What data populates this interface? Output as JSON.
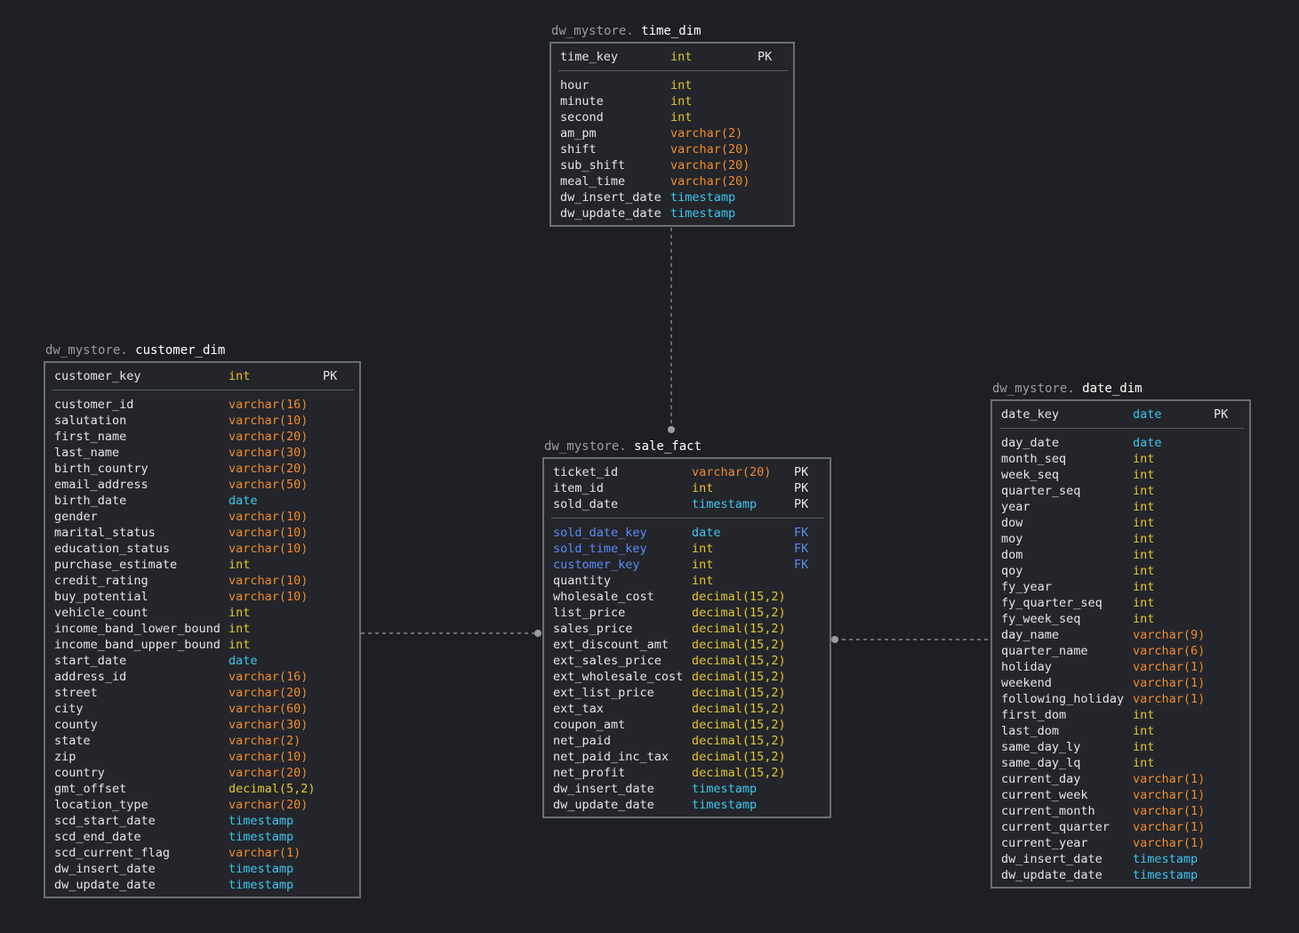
{
  "entities": {
    "time_dim": {
      "schema": "dw_mystore.",
      "name": "time_dim",
      "pk_rows": [
        {
          "name": "time_key",
          "type": "int",
          "type_class": "int",
          "key": "PK"
        }
      ],
      "rows": [
        {
          "name": "hour",
          "type": "int",
          "type_class": "int",
          "key": ""
        },
        {
          "name": "minute",
          "type": "int",
          "type_class": "int",
          "key": ""
        },
        {
          "name": "second",
          "type": "int",
          "type_class": "int",
          "key": ""
        },
        {
          "name": "am_pm",
          "type": "varchar(2)",
          "type_class": "varchar",
          "key": ""
        },
        {
          "name": "shift",
          "type": "varchar(20)",
          "type_class": "varchar",
          "key": ""
        },
        {
          "name": "sub_shift",
          "type": "varchar(20)",
          "type_class": "varchar",
          "key": ""
        },
        {
          "name": "meal_time",
          "type": "varchar(20)",
          "type_class": "varchar",
          "key": ""
        },
        {
          "name": "dw_insert_date",
          "type": "timestamp",
          "type_class": "timestamp",
          "key": ""
        },
        {
          "name": "dw_update_date",
          "type": "timestamp",
          "type_class": "timestamp",
          "key": ""
        }
      ]
    },
    "customer_dim": {
      "schema": "dw_mystore.",
      "name": "customer_dim",
      "pk_rows": [
        {
          "name": "customer_key",
          "type": "int",
          "type_class": "int",
          "key": "PK"
        }
      ],
      "rows": [
        {
          "name": "customer_id",
          "type": "varchar(16)",
          "type_class": "varchar",
          "key": ""
        },
        {
          "name": "salutation",
          "type": "varchar(10)",
          "type_class": "varchar",
          "key": ""
        },
        {
          "name": "first_name",
          "type": "varchar(20)",
          "type_class": "varchar",
          "key": ""
        },
        {
          "name": "last_name",
          "type": "varchar(30)",
          "type_class": "varchar",
          "key": ""
        },
        {
          "name": "birth_country",
          "type": "varchar(20)",
          "type_class": "varchar",
          "key": ""
        },
        {
          "name": "email_address",
          "type": "varchar(50)",
          "type_class": "varchar",
          "key": ""
        },
        {
          "name": "birth_date",
          "type": "date",
          "type_class": "date",
          "key": ""
        },
        {
          "name": "gender",
          "type": "varchar(10)",
          "type_class": "varchar",
          "key": ""
        },
        {
          "name": "marital_status",
          "type": "varchar(10)",
          "type_class": "varchar",
          "key": ""
        },
        {
          "name": "education_status",
          "type": "varchar(10)",
          "type_class": "varchar",
          "key": ""
        },
        {
          "name": "purchase_estimate",
          "type": "int",
          "type_class": "int",
          "key": ""
        },
        {
          "name": "credit_rating",
          "type": "varchar(10)",
          "type_class": "varchar",
          "key": ""
        },
        {
          "name": "buy_potential",
          "type": "varchar(10)",
          "type_class": "varchar",
          "key": ""
        },
        {
          "name": "vehicle_count",
          "type": "int",
          "type_class": "int",
          "key": ""
        },
        {
          "name": "income_band_lower_bound",
          "type": "int",
          "type_class": "int",
          "key": ""
        },
        {
          "name": "income_band_upper_bound",
          "type": "int",
          "type_class": "int",
          "key": ""
        },
        {
          "name": "start_date",
          "type": "date",
          "type_class": "date",
          "key": ""
        },
        {
          "name": "address_id",
          "type": "varchar(16)",
          "type_class": "varchar",
          "key": ""
        },
        {
          "name": "street",
          "type": "varchar(20)",
          "type_class": "varchar",
          "key": ""
        },
        {
          "name": "city",
          "type": "varchar(60)",
          "type_class": "varchar",
          "key": ""
        },
        {
          "name": "county",
          "type": "varchar(30)",
          "type_class": "varchar",
          "key": ""
        },
        {
          "name": "state",
          "type": "varchar(2)",
          "type_class": "varchar",
          "key": ""
        },
        {
          "name": "zip",
          "type": "varchar(10)",
          "type_class": "varchar",
          "key": ""
        },
        {
          "name": "country",
          "type": "varchar(20)",
          "type_class": "varchar",
          "key": ""
        },
        {
          "name": "gmt_offset",
          "type": "decimal(5,2)",
          "type_class": "decimal",
          "key": ""
        },
        {
          "name": "location_type",
          "type": "varchar(20)",
          "type_class": "varchar",
          "key": ""
        },
        {
          "name": "scd_start_date",
          "type": "timestamp",
          "type_class": "timestamp",
          "key": ""
        },
        {
          "name": "scd_end_date",
          "type": "timestamp",
          "type_class": "timestamp",
          "key": ""
        },
        {
          "name": "scd_current_flag",
          "type": "varchar(1)",
          "type_class": "varchar",
          "key": ""
        },
        {
          "name": "dw_insert_date",
          "type": "timestamp",
          "type_class": "timestamp",
          "key": ""
        },
        {
          "name": "dw_update_date",
          "type": "timestamp",
          "type_class": "timestamp",
          "key": ""
        }
      ]
    },
    "sale_fact": {
      "schema": "dw_mystore.",
      "name": "sale_fact",
      "pk_rows": [
        {
          "name": "ticket_id",
          "type": "varchar(20)",
          "type_class": "varchar",
          "key": "PK"
        },
        {
          "name": "item_id",
          "type": "int",
          "type_class": "int",
          "key": "PK"
        },
        {
          "name": "sold_date",
          "type": "timestamp",
          "type_class": "timestamp",
          "key": "PK"
        }
      ],
      "rows": [
        {
          "name": "sold_date_key",
          "type": "date",
          "type_class": "date",
          "key": "FK"
        },
        {
          "name": "sold_time_key",
          "type": "int",
          "type_class": "int",
          "key": "FK"
        },
        {
          "name": "customer_key",
          "type": "int",
          "type_class": "int",
          "key": "FK"
        },
        {
          "name": "quantity",
          "type": "int",
          "type_class": "int",
          "key": ""
        },
        {
          "name": "wholesale_cost",
          "type": "decimal(15,2)",
          "type_class": "decimal",
          "key": ""
        },
        {
          "name": "list_price",
          "type": "decimal(15,2)",
          "type_class": "decimal",
          "key": ""
        },
        {
          "name": "sales_price",
          "type": "decimal(15,2)",
          "type_class": "decimal",
          "key": ""
        },
        {
          "name": "ext_discount_amt",
          "type": "decimal(15,2)",
          "type_class": "decimal",
          "key": ""
        },
        {
          "name": "ext_sales_price",
          "type": "decimal(15,2)",
          "type_class": "decimal",
          "key": ""
        },
        {
          "name": "ext_wholesale_cost",
          "type": "decimal(15,2)",
          "type_class": "decimal",
          "key": ""
        },
        {
          "name": "ext_list_price",
          "type": "decimal(15,2)",
          "type_class": "decimal",
          "key": ""
        },
        {
          "name": "ext_tax",
          "type": "decimal(15,2)",
          "type_class": "decimal",
          "key": ""
        },
        {
          "name": "coupon_amt",
          "type": "decimal(15,2)",
          "type_class": "decimal",
          "key": ""
        },
        {
          "name": "net_paid",
          "type": "decimal(15,2)",
          "type_class": "decimal",
          "key": ""
        },
        {
          "name": "net_paid_inc_tax",
          "type": "decimal(15,2)",
          "type_class": "decimal",
          "key": ""
        },
        {
          "name": "net_profit",
          "type": "decimal(15,2)",
          "type_class": "decimal",
          "key": ""
        },
        {
          "name": "dw_insert_date",
          "type": "timestamp",
          "type_class": "timestamp",
          "key": ""
        },
        {
          "name": "dw_update_date",
          "type": "timestamp",
          "type_class": "timestamp",
          "key": ""
        }
      ]
    },
    "date_dim": {
      "schema": "dw_mystore.",
      "name": "date_dim",
      "pk_rows": [
        {
          "name": "date_key",
          "type": "date",
          "type_class": "date",
          "key": "PK"
        }
      ],
      "rows": [
        {
          "name": "day_date",
          "type": "date",
          "type_class": "date",
          "key": ""
        },
        {
          "name": "month_seq",
          "type": "int",
          "type_class": "int",
          "key": ""
        },
        {
          "name": "week_seq",
          "type": "int",
          "type_class": "int",
          "key": ""
        },
        {
          "name": "quarter_seq",
          "type": "int",
          "type_class": "int",
          "key": ""
        },
        {
          "name": "year",
          "type": "int",
          "type_class": "int",
          "key": ""
        },
        {
          "name": "dow",
          "type": "int",
          "type_class": "int",
          "key": ""
        },
        {
          "name": "moy",
          "type": "int",
          "type_class": "int",
          "key": ""
        },
        {
          "name": "dom",
          "type": "int",
          "type_class": "int",
          "key": ""
        },
        {
          "name": "qoy",
          "type": "int",
          "type_class": "int",
          "key": ""
        },
        {
          "name": "fy_year",
          "type": "int",
          "type_class": "int",
          "key": ""
        },
        {
          "name": "fy_quarter_seq",
          "type": "int",
          "type_class": "int",
          "key": ""
        },
        {
          "name": "fy_week_seq",
          "type": "int",
          "type_class": "int",
          "key": ""
        },
        {
          "name": "day_name",
          "type": "varchar(9)",
          "type_class": "varchar",
          "key": ""
        },
        {
          "name": "quarter_name",
          "type": "varchar(6)",
          "type_class": "varchar",
          "key": ""
        },
        {
          "name": "holiday",
          "type": "varchar(1)",
          "type_class": "varchar",
          "key": ""
        },
        {
          "name": "weekend",
          "type": "varchar(1)",
          "type_class": "varchar",
          "key": ""
        },
        {
          "name": "following_holiday",
          "type": "varchar(1)",
          "type_class": "varchar",
          "key": ""
        },
        {
          "name": "first_dom",
          "type": "int",
          "type_class": "int",
          "key": ""
        },
        {
          "name": "last_dom",
          "type": "int",
          "type_class": "int",
          "key": ""
        },
        {
          "name": "same_day_ly",
          "type": "int",
          "type_class": "int",
          "key": ""
        },
        {
          "name": "same_day_lq",
          "type": "int",
          "type_class": "int",
          "key": ""
        },
        {
          "name": "current_day",
          "type": "varchar(1)",
          "type_class": "varchar",
          "key": ""
        },
        {
          "name": "current_week",
          "type": "varchar(1)",
          "type_class": "varchar",
          "key": ""
        },
        {
          "name": "current_month",
          "type": "varchar(1)",
          "type_class": "varchar",
          "key": ""
        },
        {
          "name": "current_quarter",
          "type": "varchar(1)",
          "type_class": "varchar",
          "key": ""
        },
        {
          "name": "current_year",
          "type": "varchar(1)",
          "type_class": "varchar",
          "key": ""
        },
        {
          "name": "dw_insert_date",
          "type": "timestamp",
          "type_class": "timestamp",
          "key": ""
        },
        {
          "name": "dw_update_date",
          "type": "timestamp",
          "type_class": "timestamp",
          "key": ""
        }
      ]
    }
  },
  "relationships": [
    {
      "from": "sale_fact",
      "to": "time_dim"
    },
    {
      "from": "sale_fact",
      "to": "customer_dim"
    },
    {
      "from": "sale_fact",
      "to": "date_dim"
    }
  ],
  "colors": {
    "background": "#1e1f22",
    "border": "#6b6e76",
    "int": "#e5c62c",
    "varchar": "#f08c2e",
    "date": "#3fc6f0",
    "fk": "#5b8cf5",
    "link": "#9a9ca3"
  }
}
